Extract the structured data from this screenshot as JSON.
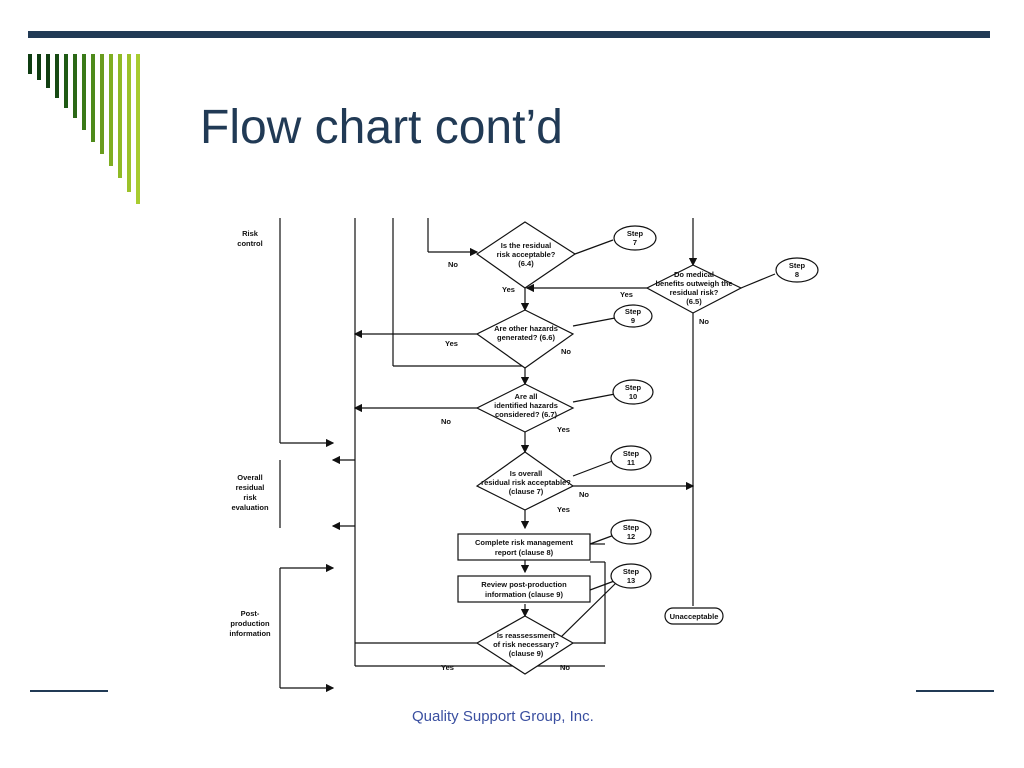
{
  "slide": {
    "title": "Flow chart cont’d",
    "footer": "Quality Support Group, Inc."
  },
  "colors": {
    "accent_dark": "#213a55",
    "stripe_greens": [
      "#0f3d12",
      "#1f5a14",
      "#3f7d1a",
      "#6a9c1e",
      "#9cc22a"
    ]
  },
  "flowchart": {
    "phases": {
      "risk_control": [
        "Risk",
        "control"
      ],
      "overall": [
        "Overall",
        "residual",
        "risk",
        "evaluation"
      ],
      "post_production": [
        "Post-",
        "production",
        "information"
      ]
    },
    "decisions": {
      "residual": [
        "Is the residual",
        "risk acceptable?",
        "(6.4)"
      ],
      "benefits": [
        "Do medical",
        "benefits outweigh the",
        "residual risk?",
        "(6.5)"
      ],
      "other": [
        "Are other hazards",
        "generated? (6.6)"
      ],
      "all": [
        "Are all",
        "identified hazards",
        "considered? (6.7)"
      ],
      "overall": [
        "Is overall",
        "residual risk acceptable?",
        "(clause 7)"
      ],
      "reassess": [
        "Is reassessment",
        "of risk necessary?",
        "(clause 9)"
      ]
    },
    "processes": {
      "report": [
        "Complete risk management",
        "report (clause 8)"
      ],
      "review": [
        "Review post-production",
        "information (clause 9)"
      ]
    },
    "terminal": "Unacceptable",
    "steps": {
      "s7": [
        "Step",
        "7"
      ],
      "s8": [
        "Step",
        "8"
      ],
      "s9": [
        "Step",
        "9"
      ],
      "s10": [
        "Step",
        "10"
      ],
      "s11": [
        "Step",
        "11"
      ],
      "s12": [
        "Step",
        "12"
      ],
      "s13": [
        "Step",
        "13"
      ]
    },
    "labels": {
      "yes": "Yes",
      "no": "No"
    }
  }
}
